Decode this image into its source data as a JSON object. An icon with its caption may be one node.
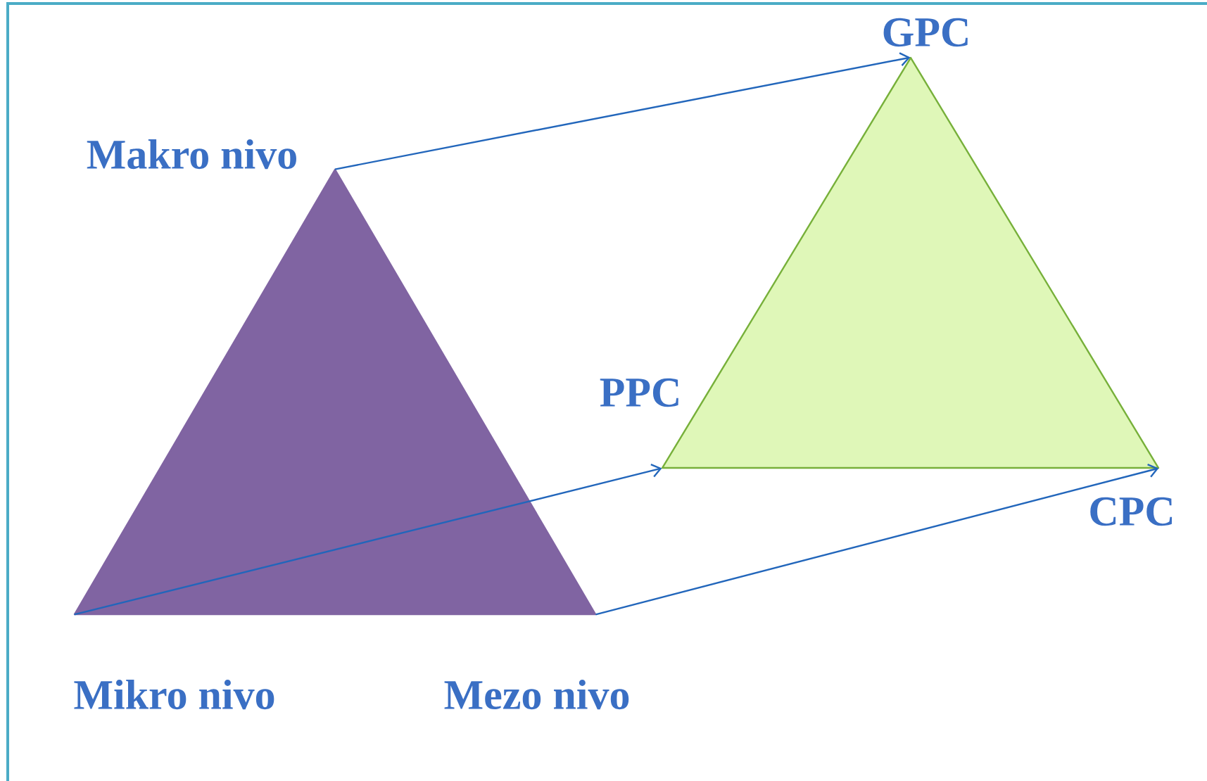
{
  "diagram": {
    "nodes": [
      {
        "text": [],
        "shape": "triangle",
        "beside": [
          "Makro nivo",
          "Mikro nivo",
          "Mezo nivo"
        ]
      },
      {
        "text": [],
        "shape": "triangle",
        "beside": [
          "GPC",
          "PPC",
          "CPC"
        ]
      }
    ],
    "edges": [
      {
        "from": 0,
        "to": 1,
        "arrow": "to"
      },
      {
        "from": 0,
        "to": 1,
        "arrow": "to"
      },
      {
        "from": 0,
        "to": 1,
        "arrow": "to"
      }
    ]
  }
}
